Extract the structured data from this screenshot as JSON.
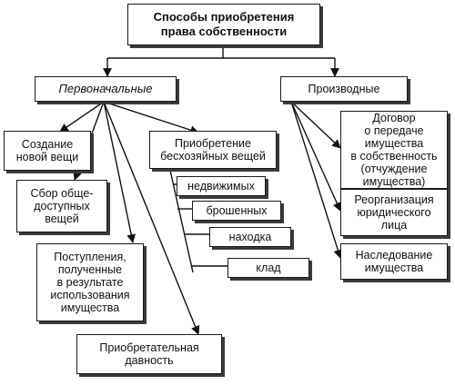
{
  "root": "Способы приобретения\nправа собственности",
  "left": {
    "title": "Первоначальные",
    "items": {
      "creation": "Создание\nновой вещи",
      "gathering": "Сбор обще-\nдоступных\nвещей",
      "proceeds": "Поступления,\nполученные\nв результате\nиспользования\nимущества",
      "prescription": "Приобретательная\nдавность",
      "ownerless": "Приобретение\nбесхозяйных вещей"
    },
    "ownerless_kinds": [
      "недвижимых",
      "брошенных",
      "находка",
      "клад"
    ]
  },
  "right": {
    "title": "Производные",
    "items": [
      "Договор\nо передаче\nимущества\nв собственность\n(отчуждение\nимущества)",
      "Реорганизация\nюридического\nлица",
      "Наследование\nимущества"
    ]
  }
}
